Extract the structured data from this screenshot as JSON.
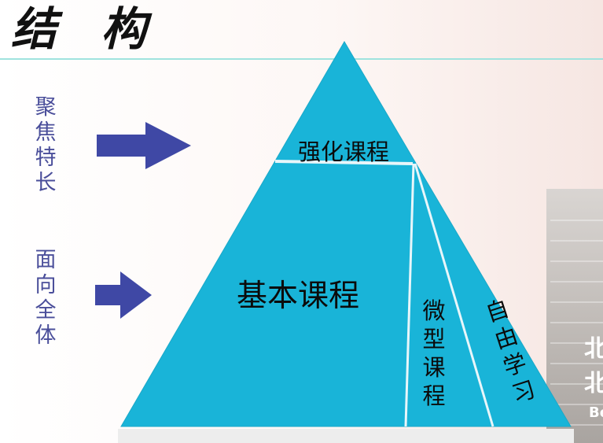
{
  "title": "结 构",
  "side_labels": {
    "focus": "聚焦特长",
    "all": "面向全体"
  },
  "pyramid": {
    "top_label": "强化课程",
    "main_label": "基本课程",
    "micro_label": "微型课程",
    "free_label": "自由学习"
  },
  "background_sign": {
    "line1": "北",
    "line2": "北",
    "line3": "Be"
  },
  "colors": {
    "pyramid_fill": "#19b4d8",
    "arrow": "#3f48a5",
    "side_text": "#4a4e9a"
  }
}
